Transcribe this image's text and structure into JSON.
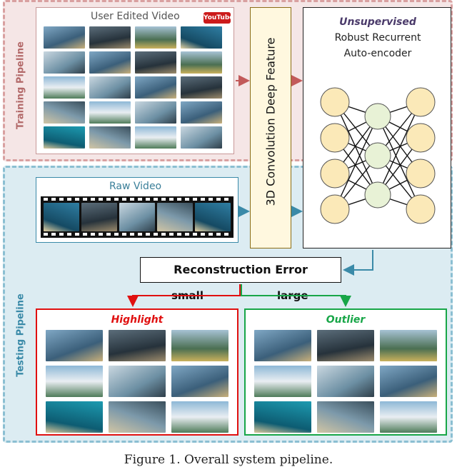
{
  "training": {
    "label": "Training Pipeline",
    "video_title": "User Edited Video",
    "youtube_logo": "YouTube"
  },
  "testing": {
    "label": "Testing Pipeline",
    "raw_title": "Raw Video"
  },
  "feature": {
    "label": "3D Convolution Deep Feature"
  },
  "autoencoder": {
    "title_italic": "Unsupervised",
    "line1": "Robust Recurrent",
    "line2": "Auto-encoder"
  },
  "recon": {
    "label": "Reconstruction Error"
  },
  "branches": {
    "small": "small",
    "large": "large"
  },
  "highlight": {
    "title": "Highlight"
  },
  "outlier": {
    "title": "Outlier"
  },
  "caption": "Figure 1. Overall system pipeline.",
  "colors": {
    "training_border": "#d9a0a0",
    "training_bg": "#f5e6e6",
    "testing_border": "#8bbfd2",
    "testing_bg": "#dcecf2",
    "feature_border": "#8b6d16",
    "feature_bg": "#fff8df",
    "highlight": "#e01010",
    "outlier": "#18a648",
    "connector": "#3a8aa8",
    "node": "#fbe9b8"
  }
}
